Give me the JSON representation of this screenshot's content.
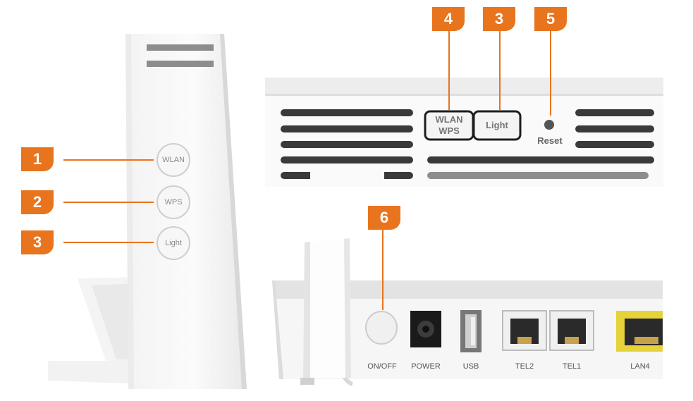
{
  "callouts": [
    "1",
    "2",
    "3",
    "4",
    "3",
    "5",
    "6"
  ],
  "side_buttons": [
    "WLAN",
    "WPS",
    "Light"
  ],
  "top_panel": {
    "wlan_wps_line1": "WLAN",
    "wlan_wps_line2": "WPS",
    "light": "Light",
    "reset": "Reset"
  },
  "rear_ports": [
    "ON/OFF",
    "POWER",
    "USB",
    "TEL2",
    "TEL1",
    "LAN4"
  ],
  "colors": {
    "accent": "#e8741e",
    "lan_port": "#e6d23a"
  }
}
